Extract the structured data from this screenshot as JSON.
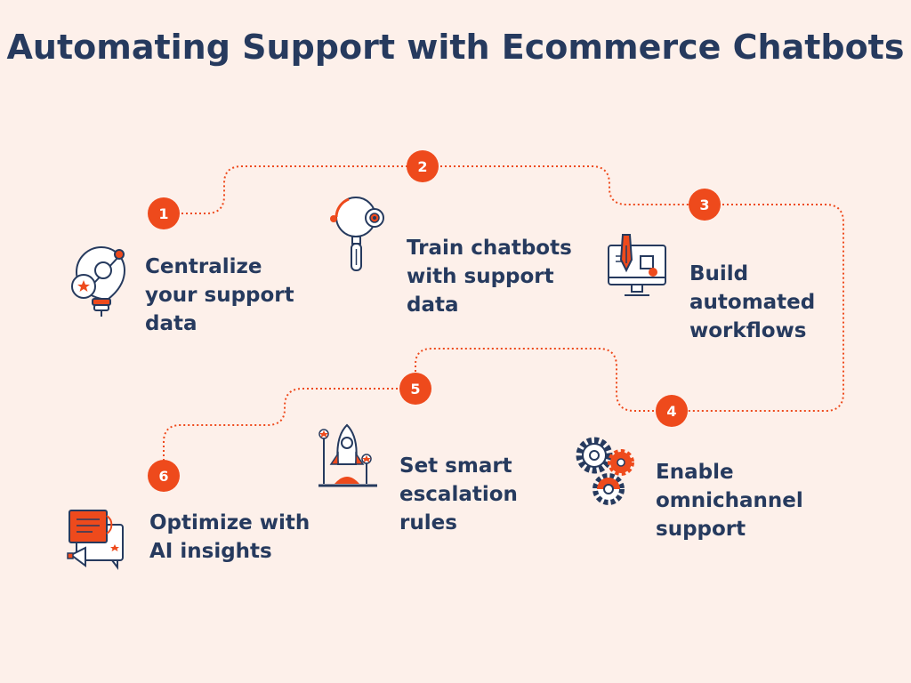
{
  "title": "Automating Support with Ecommerce Chatbots",
  "colors": {
    "background": "#fdf0ea",
    "navy": "#263a5e",
    "accent": "#ee4a1c"
  },
  "steps": [
    {
      "number": "1",
      "label": "Centralize\nyour support\ndata",
      "icon": "lightbulb-icon"
    },
    {
      "number": "2",
      "label": "Train chatbots\nwith support\ndata",
      "icon": "magnifier-icon"
    },
    {
      "number": "3",
      "label": "Build\nautomated\nworkflows",
      "icon": "monitor-pen-icon"
    },
    {
      "number": "4",
      "label": "Enable\nomnichannel\nsupport",
      "icon": "gears-icon"
    },
    {
      "number": "5",
      "label": "Set smart\nescalation\nrules",
      "icon": "rocket-icon"
    },
    {
      "number": "6",
      "label": "Optimize with\nAI insights",
      "icon": "chat-megaphone-icon"
    }
  ]
}
